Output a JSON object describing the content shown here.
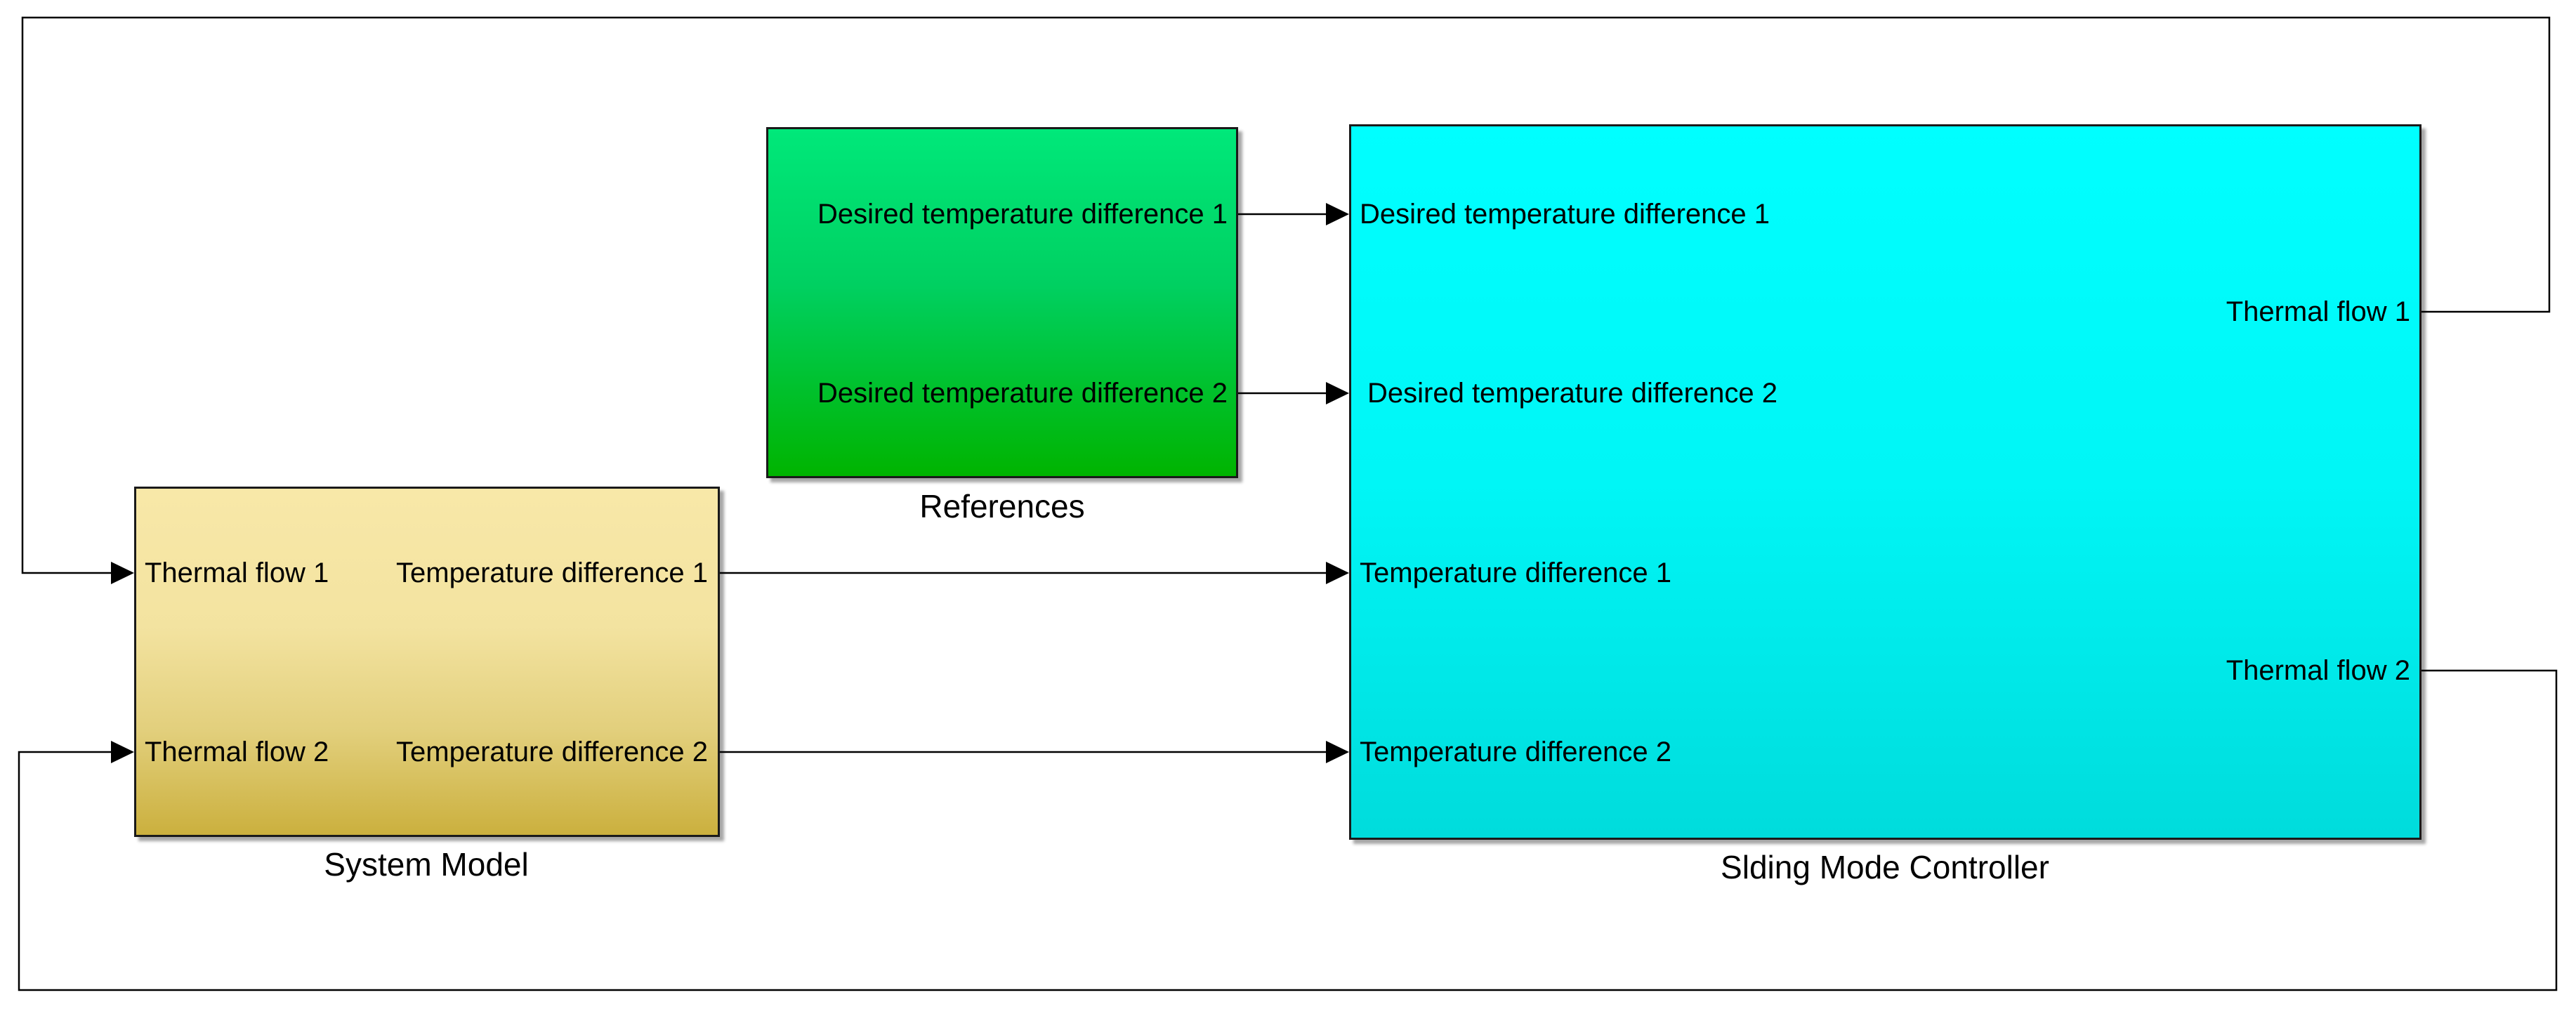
{
  "blocks": {
    "system_model": {
      "name": "System Model",
      "inputs": [
        "Thermal flow 1",
        "Thermal flow 2"
      ],
      "outputs": [
        "Temperature difference 1",
        "Temperature difference 2"
      ],
      "color_top": "#f8e8a8",
      "color_bottom": "#cbb03e"
    },
    "references": {
      "name": "References",
      "outputs": [
        "Desired temperature difference 1",
        "Desired temperature difference 2"
      ],
      "color_top": "#00e87a",
      "color_bottom": "#00b400"
    },
    "controller": {
      "name": "Slding Mode Controller",
      "inputs": [
        "Desired temperature difference 1",
        "Desired temperature difference 2",
        "Temperature difference 1",
        "Temperature difference 2"
      ],
      "outputs": [
        "Thermal flow 1",
        "Thermal flow 2"
      ],
      "color_top": "#00ffff",
      "color_bottom": "#00dcdc"
    }
  },
  "connections": [
    {
      "from": "references.Desired temperature difference 1",
      "to": "controller.Desired temperature difference 1"
    },
    {
      "from": "references.Desired temperature difference 2",
      "to": "controller.Desired temperature difference 2"
    },
    {
      "from": "system_model.Temperature difference 1",
      "to": "controller.Temperature difference 1"
    },
    {
      "from": "system_model.Temperature difference 2",
      "to": "controller.Temperature difference 2"
    },
    {
      "from": "controller.Thermal flow 1",
      "to": "system_model.Thermal flow 1"
    },
    {
      "from": "controller.Thermal flow 2",
      "to": "system_model.Thermal flow 2"
    }
  ]
}
